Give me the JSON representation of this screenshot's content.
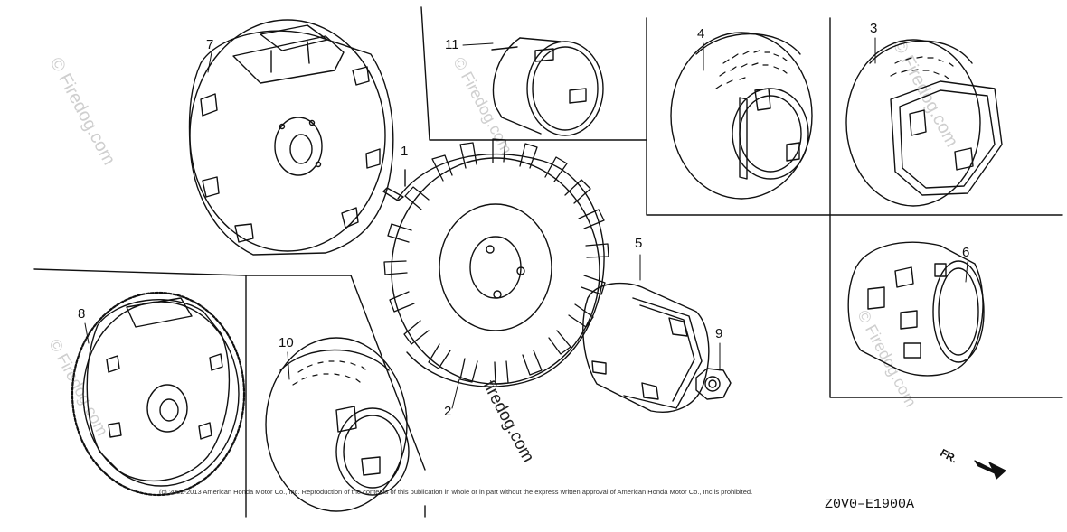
{
  "diagram": {
    "code": "Z0V0–E1900A",
    "copyright": "(c) 2002-2013 American Honda Motor Co., Inc. Reproduction of the contents of this publication in whole or in part without the express written approval of American Honda Motor Co., Inc is prohibited.",
    "front_marker": "FR.",
    "watermark": "© Firedog.com",
    "watermark_center": "firedog.com"
  },
  "parts": [
    {
      "number": "1"
    },
    {
      "number": "2"
    },
    {
      "number": "3"
    },
    {
      "number": "4"
    },
    {
      "number": "5"
    },
    {
      "number": "6"
    },
    {
      "number": "7"
    },
    {
      "number": "8"
    },
    {
      "number": "9"
    },
    {
      "number": "10"
    },
    {
      "number": "11"
    }
  ],
  "colors": {
    "line": "#111111",
    "watermark": "#cfcfcf",
    "background": "#ffffff"
  }
}
